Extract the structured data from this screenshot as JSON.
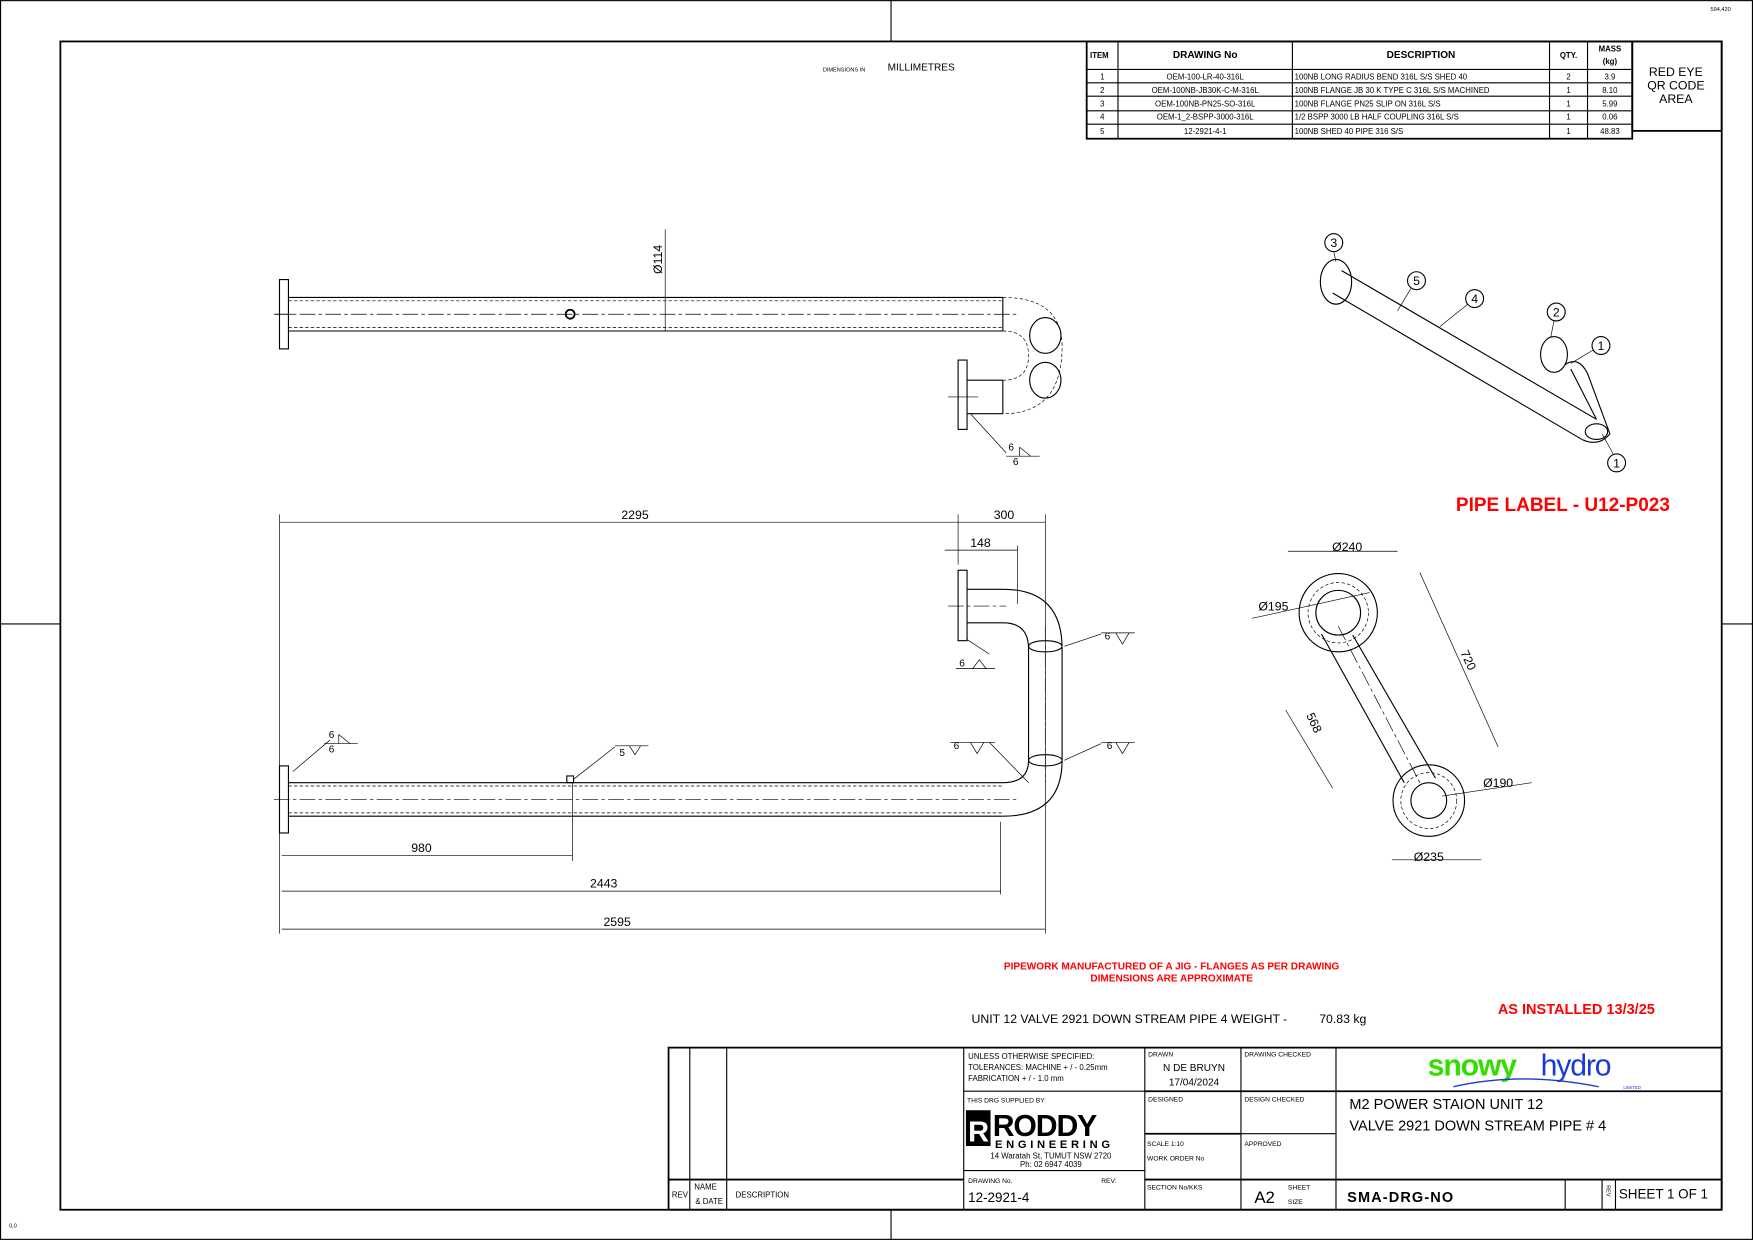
{
  "sheet_ref": "594,420",
  "origin": "0,0",
  "units": {
    "label": "DIMENSIONS IN",
    "value": "MILLIMETRES"
  },
  "bom": {
    "headers": [
      "ITEM",
      "DRAWING No",
      "DESCRIPTION",
      "QTY.",
      "MASS",
      "(kg)"
    ],
    "rows": [
      {
        "item": "1",
        "drawing": "OEM-100-LR-40-316L",
        "description": "100NB LONG RADIUS BEND 316L S/S SHED 40",
        "qty": "2",
        "mass": "3.9"
      },
      {
        "item": "2",
        "drawing": "OEM-100NB-JB30K-C-M-316L",
        "description": "100NB FLANGE JB 30 K TYPE C 316L S/S MACHINED",
        "qty": "1",
        "mass": "8.10"
      },
      {
        "item": "3",
        "drawing": "OEM-100NB-PN25-SO-316L",
        "description": "100NB FLANGE PN25 SLIP ON 316L S/S",
        "qty": "1",
        "mass": "5.99"
      },
      {
        "item": "4",
        "drawing": "OEM-1_2-BSPP-3000-316L",
        "description": "1/2 BSPP 3000 LB HALF COUPLING 316L S/S",
        "qty": "1",
        "mass": "0.06"
      },
      {
        "item": "5",
        "drawing": "12-2921-4-1",
        "description": "100NB SHED 40 PIPE 316 S/S",
        "qty": "1",
        "mass": "48.83"
      }
    ],
    "qr_area": [
      "RED EYE",
      "QR CODE",
      "AREA"
    ]
  },
  "dimensions": {
    "dia_114": "Ø114",
    "d2295": "2295",
    "d300": "300",
    "d148": "148",
    "d980": "980",
    "d2443": "2443",
    "d2595": "2595",
    "dia_240": "Ø240",
    "dia_195": "Ø195",
    "d720": "720",
    "d568": "568",
    "dia_190": "Ø190",
    "dia_235": "Ø235"
  },
  "welds": {
    "w6": "6",
    "w5": "5"
  },
  "balloons": [
    "3",
    "5",
    "4",
    "2",
    "1",
    "1"
  ],
  "pipe_label": "PIPE LABEL - U12-P023",
  "notes": {
    "jig_line1": "PIPEWORK MANUFACTURED OF A JIG - FLANGES AS PER DRAWING",
    "jig_line2": "DIMENSIONS ARE APPROXIMATE",
    "weight_label": "UNIT 12 VALVE 2921 DOWN STREAM PIPE 4 WEIGHT -",
    "weight_value": "70.83 kg",
    "as_installed": "AS INSTALLED 13/3/25"
  },
  "title_block": {
    "rev": "REV",
    "name": "NAME",
    "date": "& DATE",
    "description": "DESCRIPTION",
    "tolerance_1": "UNLESS OTHERWISE SPECIFIED:",
    "tolerance_2": "TOLERANCES: MACHINE + / - 0.25mm",
    "tolerance_3": "FABRICATION + / - 1.0 mm",
    "drawn_label": "DRAWN",
    "drawn_by": "N DE BRUYN",
    "drawn_date": "17/04/2024",
    "drawing_checked": "DRAWING CHECKED",
    "supplied_by": "THIS DRG SUPPLIED BY",
    "supplier_name": "RODDY",
    "supplier_sub": "ENGINEERING",
    "supplier_address": "14 Waratah St, TUMUT NSW 2720",
    "supplier_phone": "Ph: 02 6947 4039",
    "designed": "DESIGNED",
    "design_checked": "DESIGN CHECKED",
    "scale": "SCALE  1:10",
    "work_order": "WORK ORDER No",
    "approved": "APPROVED",
    "drawing_no_label": "DRAWING No.",
    "rev_label": "REV:",
    "drawing_no": "12-2921-4",
    "section_label": "SECTION No/KKS",
    "size": "A2",
    "sheet_label": "SHEET",
    "size_label": "SIZE",
    "client_logo_1": "snowy",
    "client_logo_2": "hydro",
    "client_logo_3": "LIMITED",
    "title_1": "M2 POWER STAION UNIT 12",
    "title_2": "VALVE 2921 DOWN STREAM PIPE # 4",
    "doc_no": "SMA-DRG-NO",
    "rev_letters": "REV",
    "sheet": "SHEET 1 OF 1"
  },
  "colors": {
    "note_red": "#ff0000",
    "snowy_green": "#33dd00",
    "hydro_blue": "#1a3ad8"
  }
}
